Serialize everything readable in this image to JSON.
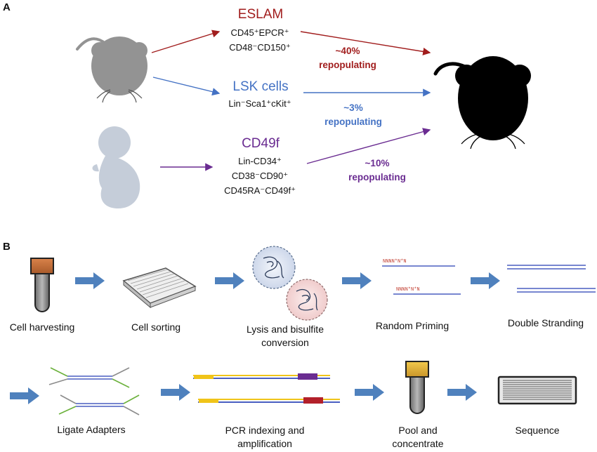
{
  "panels": {
    "a": "A",
    "b": "B"
  },
  "panel_a": {
    "populations": [
      {
        "name": "ESLAM",
        "markers": [
          "CD45⁺EPCR⁺",
          "CD48⁻CD150⁺"
        ],
        "rate": [
          "~40%",
          "repopulating"
        ],
        "color": "#a11d1d"
      },
      {
        "name": "LSK cells",
        "markers": [
          "Lin⁻Sca1⁺cKit⁺"
        ],
        "rate": [
          "~3%",
          "repopulating"
        ],
        "color": "#4472c4"
      },
      {
        "name": "CD49f",
        "markers": [
          "Lin-CD34⁺",
          "CD38⁻CD90⁺",
          "CD45RA⁻CD49f⁺"
        ],
        "rate": [
          "~10%",
          "repopulating"
        ],
        "color": "#6a2c91"
      }
    ],
    "icons": [
      "donor-mouse-icon",
      "fetus-icon",
      "recipient-mouse-icon"
    ]
  },
  "panel_b": {
    "steps": [
      {
        "label": [
          "Cell harvesting"
        ],
        "icon": "tube-icon"
      },
      {
        "label": [
          "Cell sorting"
        ],
        "icon": "well-plate-icon"
      },
      {
        "label": [
          "Lysis and bisulfite",
          "conversion"
        ],
        "icon": "cells-icon"
      },
      {
        "label": [
          "Random Priming"
        ],
        "icon": "primer-strands-icon"
      },
      {
        "label": [
          "Double Stranding"
        ],
        "icon": "double-strand-icon"
      },
      {
        "label": [
          "Ligate Adapters"
        ],
        "icon": "adapter-ligation-icon"
      },
      {
        "label": [
          "PCR indexing and",
          "amplification"
        ],
        "icon": "indexed-library-icon"
      },
      {
        "label": [
          "Pool and",
          "concentrate"
        ],
        "icon": "pooled-tube-icon"
      },
      {
        "label": [
          "Sequence"
        ],
        "icon": "flow-cell-icon"
      }
    ],
    "primer_text": "NNNN*N*N"
  },
  "colors": {
    "red": "#a11d1d",
    "blue": "#4472c4",
    "purple": "#6a2c91",
    "arrow": "#4f81bd",
    "gray": "#939393",
    "fetus": "#c5cdd9"
  }
}
